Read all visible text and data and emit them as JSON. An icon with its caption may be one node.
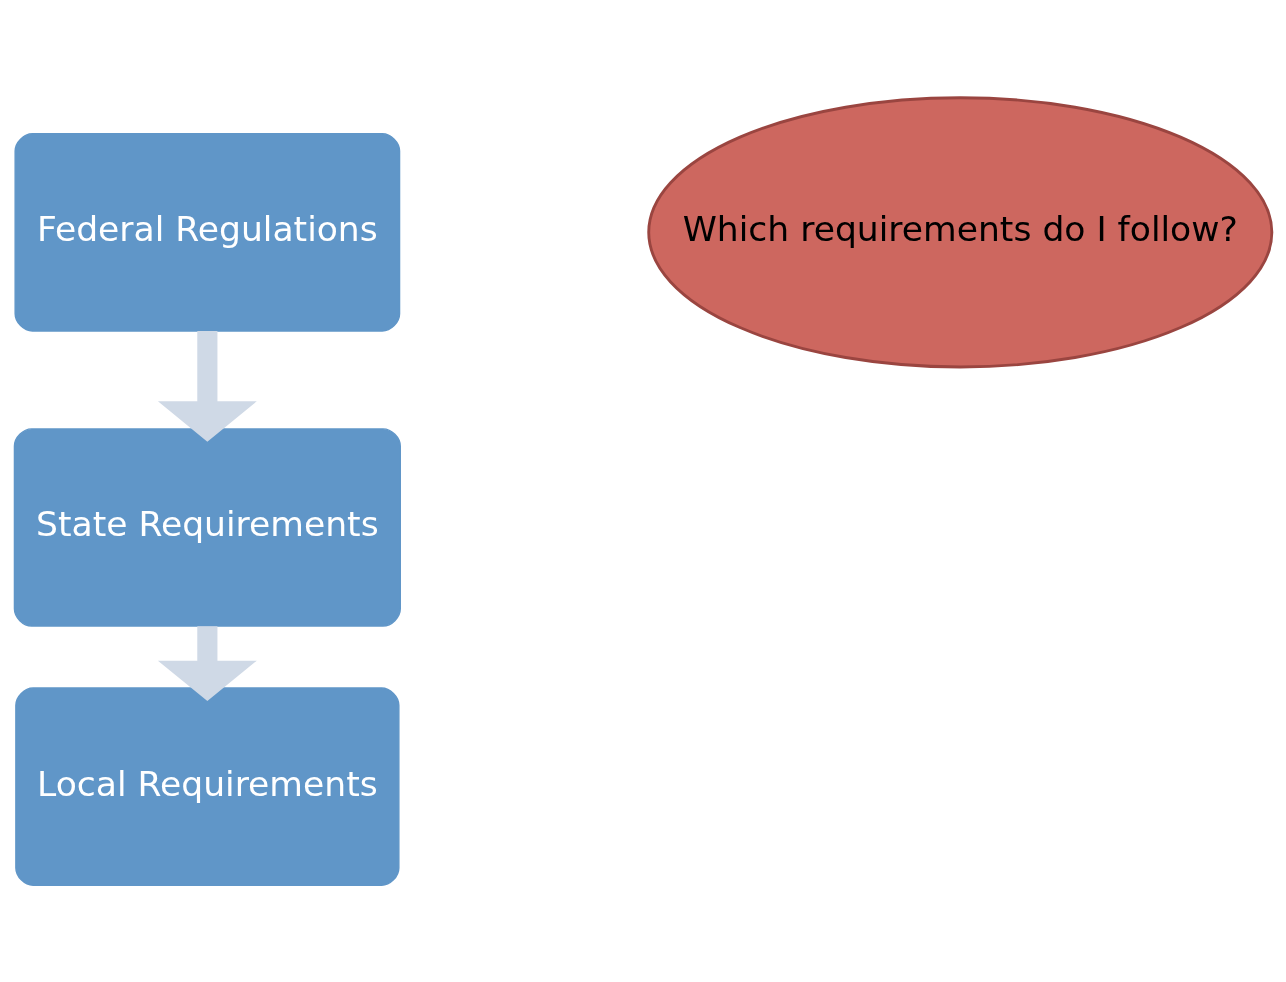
{
  "diagram": {
    "nodes": [
      {
        "text": [
          "Federal Regulations"
        ]
      },
      {
        "text": [
          "State Requirements"
        ]
      },
      {
        "text": [
          "Local Requirements"
        ]
      },
      {
        "text": [
          "Which requirements do I follow?"
        ]
      }
    ],
    "edges": [
      {
        "from": 0,
        "to": 1,
        "arrow": "to"
      },
      {
        "from": 1,
        "to": 2,
        "arrow": "to"
      }
    ]
  }
}
